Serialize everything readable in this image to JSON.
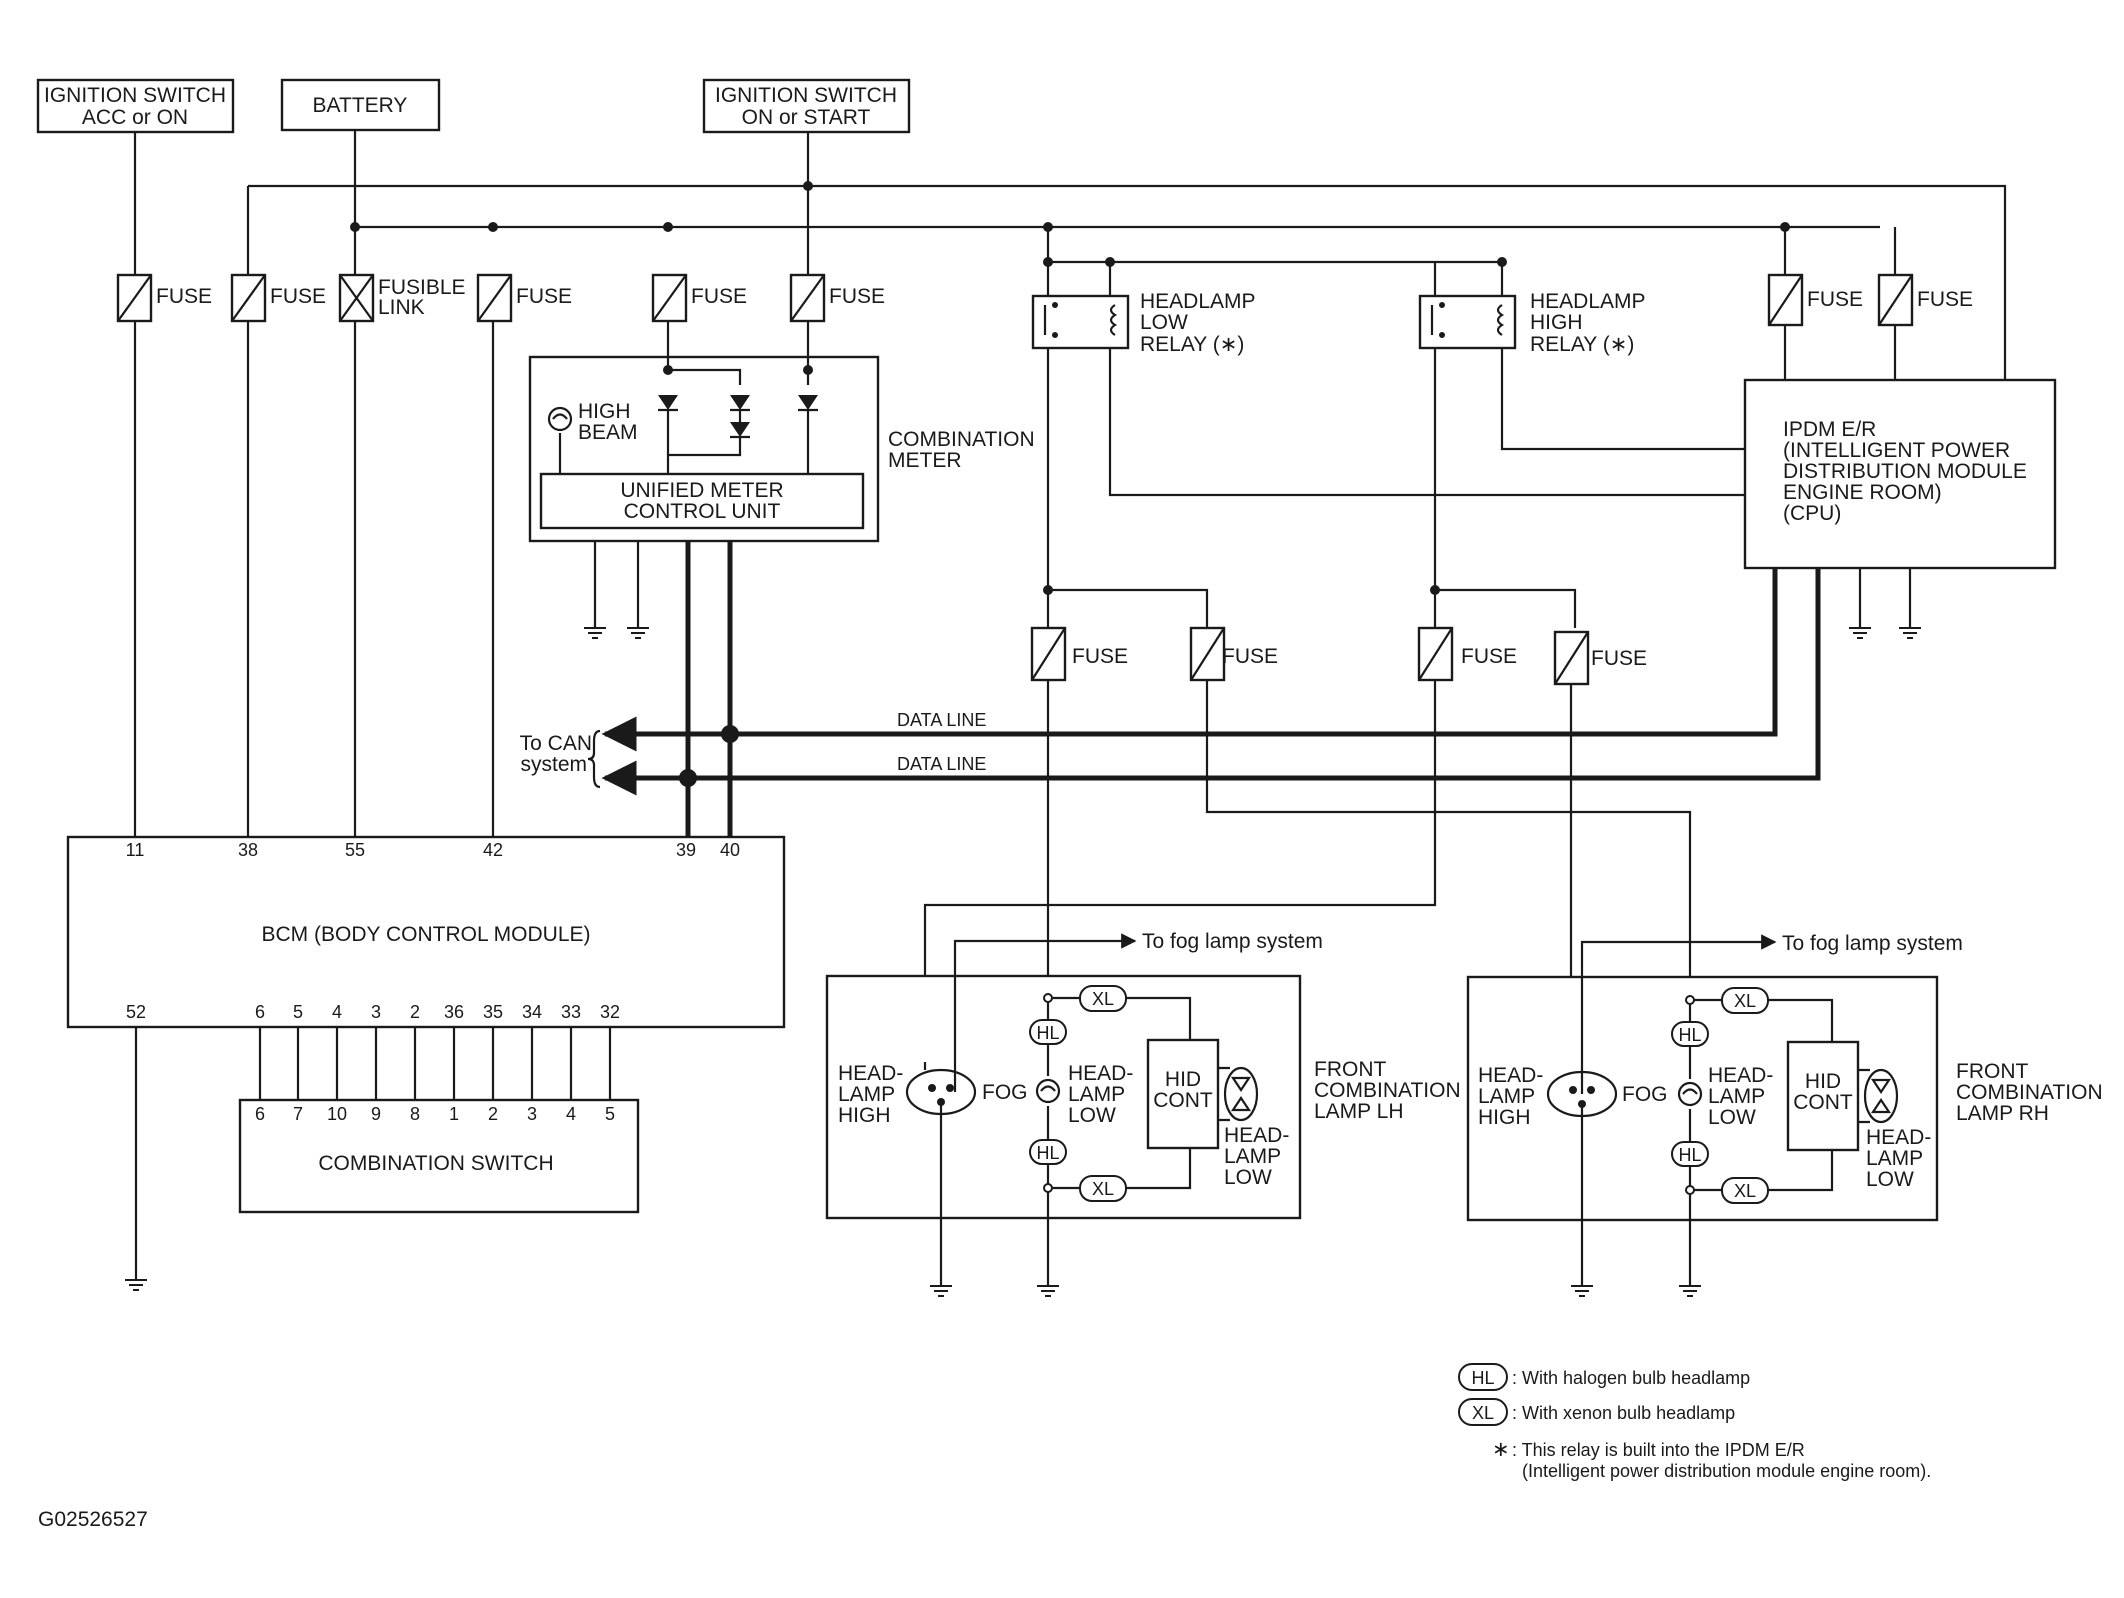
{
  "sources": {
    "ign_acc": [
      "IGNITION SWITCH",
      "ACC or ON"
    ],
    "battery": "BATTERY",
    "ign_on": [
      "IGNITION SWITCH",
      "ON or START"
    ]
  },
  "labels": {
    "fuse": "FUSE",
    "fusible_link": [
      "FUSIBLE",
      "LINK"
    ],
    "relay_low": [
      "HEADLAMP",
      "LOW",
      "RELAY (∗)"
    ],
    "relay_high": [
      "HEADLAMP",
      "HIGH",
      "RELAY (∗)"
    ],
    "high_beam": [
      "HIGH",
      "BEAM"
    ],
    "combination_meter": [
      "COMBINATION",
      "METER"
    ],
    "unified_meter": [
      "UNIFIED METER",
      "CONTROL UNIT"
    ],
    "ipdm": [
      "IPDM E/R",
      "(INTELLIGENT POWER",
      "DISTRIBUTION MODULE",
      "ENGINE ROOM)",
      "(CPU)"
    ],
    "can": [
      "To CAN",
      "system"
    ],
    "data_line": "DATA LINE",
    "bcm": "BCM (BODY CONTROL MODULE)",
    "combination_switch": "COMBINATION SWITCH",
    "fog_system": "To fog lamp system",
    "lamp_lh": [
      "FRONT",
      "COMBINATION",
      "LAMP LH"
    ],
    "lamp_rh": [
      "FRONT",
      "COMBINATION",
      "LAMP RH"
    ],
    "head_high": [
      "HEAD-",
      "LAMP",
      "HIGH"
    ],
    "head_low": [
      "HEAD-",
      "LAMP",
      "LOW"
    ],
    "fog": "FOG",
    "hid_cont": [
      "HID",
      "CONT"
    ],
    "hl": "HL",
    "xl": "XL"
  },
  "bcm_pins_top": [
    "11",
    "38",
    "55",
    "42",
    "39",
    "40"
  ],
  "bcm_pins_bottom": [
    "52",
    "6",
    "5",
    "4",
    "3",
    "2",
    "36",
    "35",
    "34",
    "33",
    "32"
  ],
  "switch_pins": [
    "6",
    "7",
    "10",
    "9",
    "8",
    "1",
    "2",
    "3",
    "4",
    "5"
  ],
  "legend": {
    "hl_text": ": With halogen bulb headlamp",
    "xl_text": ": With xenon bulb headlamp",
    "star": "∗",
    "star_text": [
      ": This relay is built into the IPDM E/R",
      "(Intelligent power distribution module engine room)."
    ]
  },
  "figure_id": "G02526527"
}
